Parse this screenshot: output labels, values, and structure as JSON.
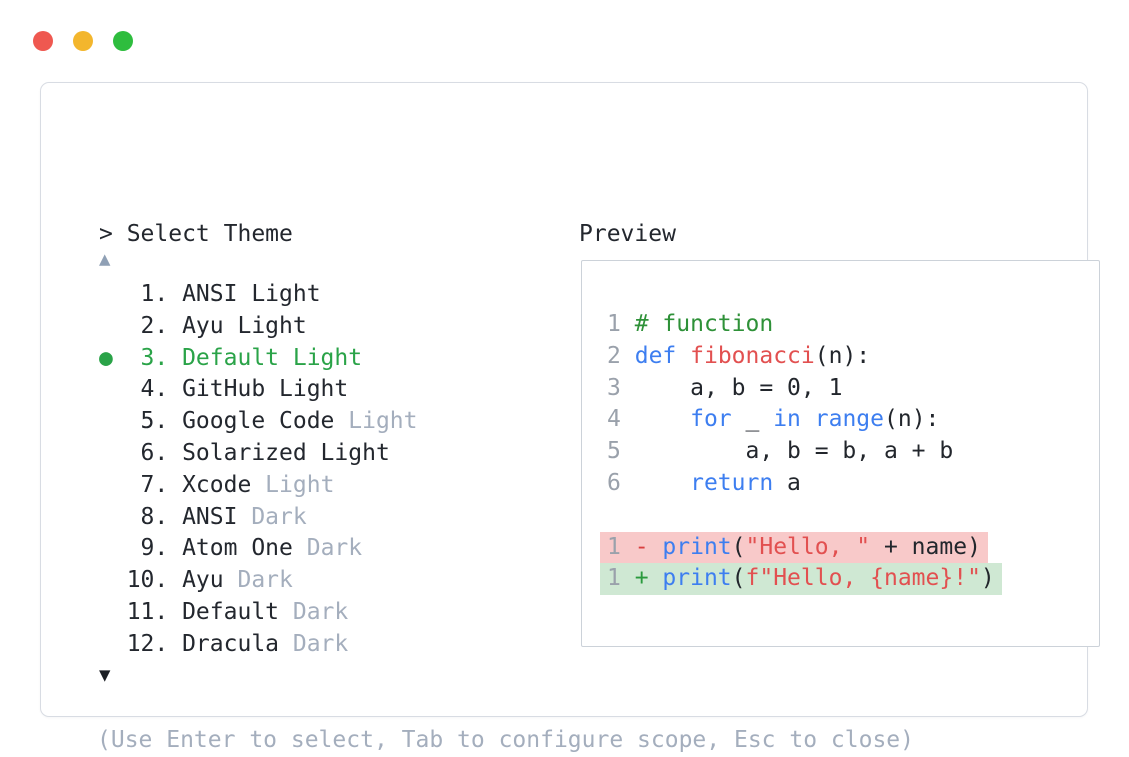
{
  "colors": {
    "traffic_red": "#ef5850",
    "traffic_yellow": "#f3b62d",
    "traffic_green": "#2ebd3e",
    "selection_green": "#2aa348",
    "text_dark": "#23272e",
    "text_muted": "#a4aebd",
    "hint_gray": "#a4aebd",
    "scroll_up_gray": "#8fa0b5",
    "scroll_down_dark": "#1b1e24",
    "panel_border": "#d8dce3",
    "preview_border": "#ccd2d9",
    "line_number": "#9aa1ab",
    "code_comment": "#2e9138",
    "code_keyword": "#3d7ef0",
    "code_function": "#e25050",
    "code_string": "#e25050",
    "code_plain": "#22262c",
    "diff_minus": "#d94040",
    "diff_plus": "#2a9a3d",
    "diff_removed_bg": "#f8c9c9",
    "diff_added_bg": "#cfe8d3"
  },
  "window": {
    "controls": {
      "close": "close",
      "minimize": "minimize",
      "maximize": "maximize"
    }
  },
  "theme_picker": {
    "prompt": "> Select Theme",
    "scroll_up_icon": "▲",
    "scroll_down_icon": "▼",
    "items": [
      {
        "number": "1",
        "name": "ANSI Light",
        "variant": "",
        "selected": false
      },
      {
        "number": "2",
        "name": "Ayu Light",
        "variant": "",
        "selected": false
      },
      {
        "number": "3",
        "name": "Default Light",
        "variant": "",
        "selected": true
      },
      {
        "number": "4",
        "name": "GitHub Light",
        "variant": "",
        "selected": false
      },
      {
        "number": "5",
        "name": "Google Code",
        "variant": "Light",
        "selected": false
      },
      {
        "number": "6",
        "name": "Solarized Light",
        "variant": "",
        "selected": false
      },
      {
        "number": "7",
        "name": "Xcode",
        "variant": "Light",
        "selected": false
      },
      {
        "number": "8",
        "name": "ANSI",
        "variant": "Dark",
        "selected": false
      },
      {
        "number": "9",
        "name": "Atom One",
        "variant": "Dark",
        "selected": false
      },
      {
        "number": "10",
        "name": "Ayu",
        "variant": "Dark",
        "selected": false
      },
      {
        "number": "11",
        "name": "Default",
        "variant": "Dark",
        "selected": false
      },
      {
        "number": "12",
        "name": "Dracula",
        "variant": "Dark",
        "selected": false
      }
    ],
    "hint": "(Use Enter to select, Tab to configure scope, Esc to close)"
  },
  "preview": {
    "label": "Preview",
    "code_lines": [
      {
        "ln": "1",
        "tokens": [
          [
            "pl",
            " "
          ],
          [
            "com",
            "# function"
          ]
        ]
      },
      {
        "ln": "2",
        "tokens": [
          [
            "pl",
            " "
          ],
          [
            "kw",
            "def"
          ],
          [
            "pl",
            " "
          ],
          [
            "fn",
            "fibonacci"
          ],
          [
            "pl",
            "(n):"
          ]
        ]
      },
      {
        "ln": "3",
        "tokens": [
          [
            "pl",
            "     a, b = 0, 1"
          ]
        ]
      },
      {
        "ln": "4",
        "tokens": [
          [
            "pl",
            "     "
          ],
          [
            "kw",
            "for"
          ],
          [
            "pl",
            " _ "
          ],
          [
            "kw",
            "in"
          ],
          [
            "pl",
            " "
          ],
          [
            "kw",
            "range"
          ],
          [
            "pl",
            "(n):"
          ]
        ]
      },
      {
        "ln": "5",
        "tokens": [
          [
            "pl",
            "         a, b = b, a + b"
          ]
        ]
      },
      {
        "ln": "6",
        "tokens": [
          [
            "pl",
            "     "
          ],
          [
            "kw",
            "return"
          ],
          [
            "pl",
            " a"
          ]
        ]
      },
      {
        "ln": "",
        "tokens": []
      },
      {
        "ln": "1",
        "diff": "removed",
        "tokens": [
          [
            "minus",
            " - "
          ],
          [
            "kw",
            "print"
          ],
          [
            "pl",
            "("
          ],
          [
            "str",
            "\"Hello, \""
          ],
          [
            "pl",
            " + name)"
          ]
        ]
      },
      {
        "ln": "1",
        "diff": "added",
        "tokens": [
          [
            "plus",
            " + "
          ],
          [
            "kw",
            "print"
          ],
          [
            "pl",
            "("
          ],
          [
            "str",
            "f\"Hello, {name}!\""
          ],
          [
            "pl",
            ")"
          ]
        ]
      }
    ]
  }
}
